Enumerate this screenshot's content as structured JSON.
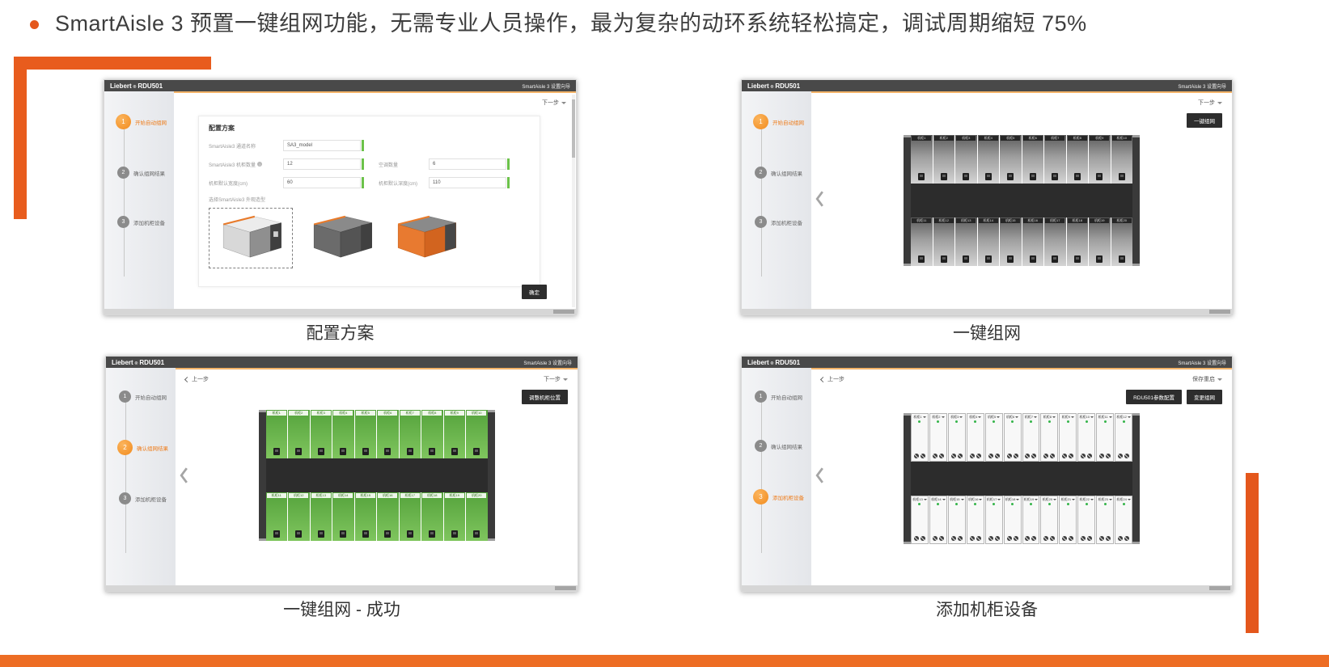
{
  "page": {
    "bullet_text": "SmartAisle 3 预置一键组网功能，无需专业人员操作，最为复杂的动环系统轻松搞定，调试周期缩短 75%",
    "accent_color": "#e85c1d"
  },
  "wizard": {
    "brand": "Liebert",
    "reg": "®",
    "model": "RDU501",
    "window_title": "SmartAisle 3 设置向导",
    "next_label": "下一步",
    "prev_label": "上一步",
    "steps": [
      {
        "num": "1",
        "label": "开始自动组网"
      },
      {
        "num": "2",
        "label": "确认组网结果"
      },
      {
        "num": "3",
        "label": "添加机柜设备"
      }
    ]
  },
  "panels": [
    {
      "caption": "配置方案",
      "active_step": 1,
      "form": {
        "title": "配置方案",
        "rows": [
          {
            "label": "SmartAisle3 通道名称",
            "value": "SA3_model"
          },
          {
            "label": "SmartAisle3 机柜数量",
            "value": "12"
          },
          {
            "label": "空调数量",
            "value": "6"
          },
          {
            "label": "机柜默认宽度(cm)",
            "value": "60"
          },
          {
            "label": "机柜默认深度(cm)",
            "value": "110"
          }
        ],
        "style_label": "选择SmartAisle3 外观造型",
        "confirm_label": "确定"
      }
    },
    {
      "caption": "一键组网",
      "active_step": 1,
      "button": "一键组网",
      "rack": {
        "variant": "dark",
        "top_count": 10,
        "bottom_count": 10,
        "label_prefix": "机柜"
      }
    },
    {
      "caption": "一键组网 - 成功",
      "active_step": 2,
      "button": "调整机柜位置",
      "rack": {
        "variant": "green",
        "top_count": 10,
        "bottom_count": 10,
        "label_prefix": "机柜"
      }
    },
    {
      "caption": "添加机柜设备",
      "active_step": 3,
      "save_label": "保存重启",
      "buttons": [
        "RDU501参数配置",
        "变更组网"
      ],
      "rack": {
        "variant": "light",
        "top_count": 12,
        "bottom_count": 12,
        "label_prefix": "机柜"
      }
    }
  ]
}
